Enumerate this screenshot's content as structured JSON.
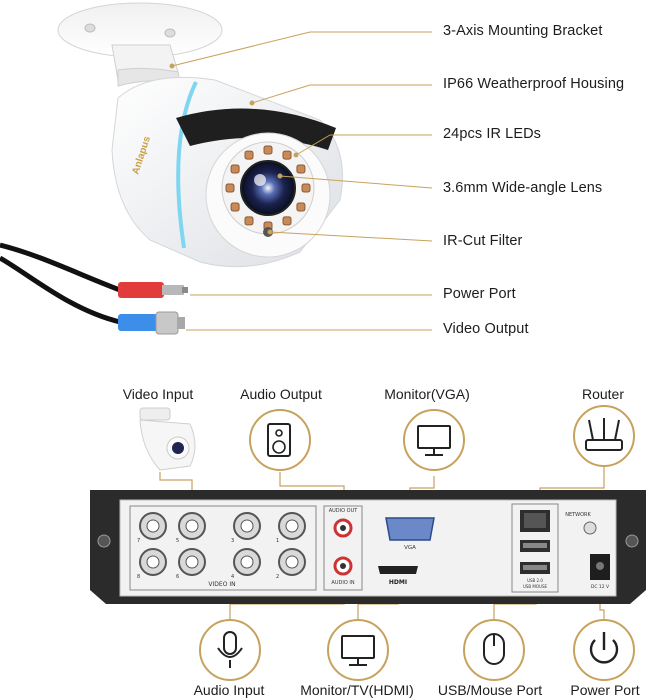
{
  "camera": {
    "brand": "Anlapus",
    "callouts": [
      {
        "id": "bracket",
        "label": "3-Axis Mounting Bracket"
      },
      {
        "id": "housing",
        "label": "IP66 Weatherproof Housing"
      },
      {
        "id": "ir-leds",
        "label": "24pcs IR LEDs"
      },
      {
        "id": "lens",
        "label": "3.6mm Wide-angle Lens"
      },
      {
        "id": "ircut",
        "label": "IR-Cut Filter"
      },
      {
        "id": "power",
        "label": "Power Port"
      },
      {
        "id": "video",
        "label": "Video Output"
      }
    ]
  },
  "dvr": {
    "top_labels": {
      "video_input": "Video Input",
      "audio_output": "Audio Output",
      "monitor_vga": "Monitor(VGA)",
      "router": "Router"
    },
    "bottom_labels": {
      "audio_input": "Audio Input",
      "monitor_hdmi": "Monitor/TV(HDMI)",
      "usb_mouse": "USB/Mouse Port",
      "power_port": "Power Port"
    },
    "panel_text": {
      "video_in": "VIDEO IN",
      "audio_out": "AUDIO OUT",
      "audio_in": "AUDIO IN",
      "vga": "VGA",
      "hdmi": "HDMI",
      "network": "NETWORK",
      "usb": "USB 2.0",
      "usb_mouse": "USB MOUSE",
      "dc": "DC 12 V",
      "bnc_numbers": [
        "7",
        "5",
        "3",
        "1",
        "8",
        "6",
        "4",
        "2"
      ]
    }
  },
  "colors": {
    "leader": "#c7a25d",
    "accent_blue": "#7fd6f0",
    "red_plug": "#e23b3b",
    "blue_plug": "#3c8ee8",
    "dvr_body": "#2b2b2b"
  }
}
